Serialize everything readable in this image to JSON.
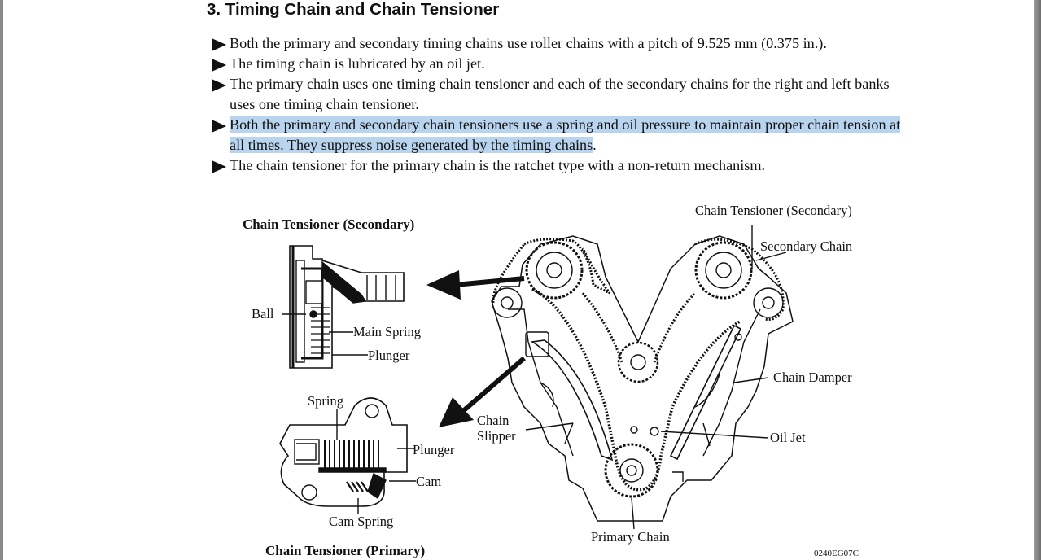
{
  "section": {
    "title": "3. Timing Chain and Chain Tensioner",
    "bullets": [
      {
        "text": "Both the primary and secondary timing chains use roller chains with a pitch of 9.525 mm (0.375 in.).",
        "highlight": ""
      },
      {
        "text": "The timing chain is lubricated by an oil jet.",
        "highlight": ""
      },
      {
        "text": "The primary chain uses one timing chain tensioner and each of the secondary chains for the right and left banks uses one timing chain tensioner.",
        "highlight": ""
      },
      {
        "text": "",
        "highlight": "Both the primary and secondary chain tensioners use a spring and oil pressure to maintain proper chain tension at all times. They suppress noise generated by the timing chains",
        "after": "."
      },
      {
        "text": "The chain tensioner for the primary chain is the ratchet type with a non-return mechanism.",
        "highlight": ""
      }
    ]
  },
  "figure": {
    "secondary_title": "Chain Tensioner (Secondary)",
    "primary_title": "Chain Tensioner (Primary)",
    "labels": {
      "ball": "Ball",
      "main_spring": "Main Spring",
      "plunger_top": "Plunger",
      "spring": "Spring",
      "plunger_bottom": "Plunger",
      "cam": "Cam",
      "cam_spring": "Cam Spring",
      "chain_slipper_1": "Chain",
      "chain_slipper_2": "Slipper",
      "tensioner_secondary": "Chain Tensioner (Secondary)",
      "secondary_chain": "Secondary Chain",
      "chain_damper": "Chain Damper",
      "oil_jet": "Oil Jet",
      "primary_chain": "Primary Chain"
    },
    "code": "0240EG07C"
  }
}
